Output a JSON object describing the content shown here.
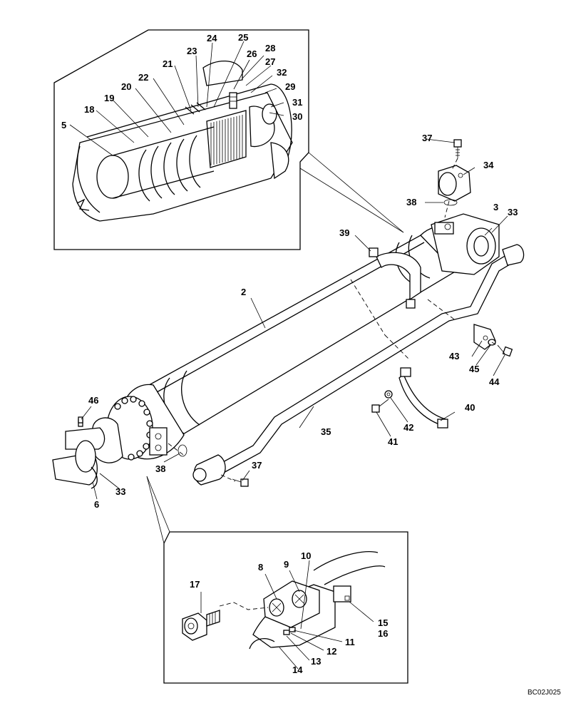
{
  "callouts": {
    "c2": "2",
    "c3": "3",
    "c5": "5",
    "c6": "6",
    "c8": "8",
    "c9": "9",
    "c10": "10",
    "c11": "11",
    "c12": "12",
    "c13": "13",
    "c14": "14",
    "c15": "15",
    "c16": "16",
    "c17": "17",
    "c18": "18",
    "c19": "19",
    "c20": "20",
    "c21": "21",
    "c22": "22",
    "c23": "23",
    "c24": "24",
    "c25": "25",
    "c26": "26",
    "c27": "27",
    "c28": "28",
    "c29": "29",
    "c30": "30",
    "c31": "31",
    "c32": "32",
    "c33a": "33",
    "c33b": "33",
    "c34": "34",
    "c35": "35",
    "c37a": "37",
    "c37b": "37",
    "c38a": "38",
    "c38b": "38",
    "c39": "39",
    "c40": "40",
    "c41": "41",
    "c42": "42",
    "c43": "43",
    "c44": "44",
    "c45": "45",
    "c46": "46"
  },
  "drawing_code": "BC02J025"
}
